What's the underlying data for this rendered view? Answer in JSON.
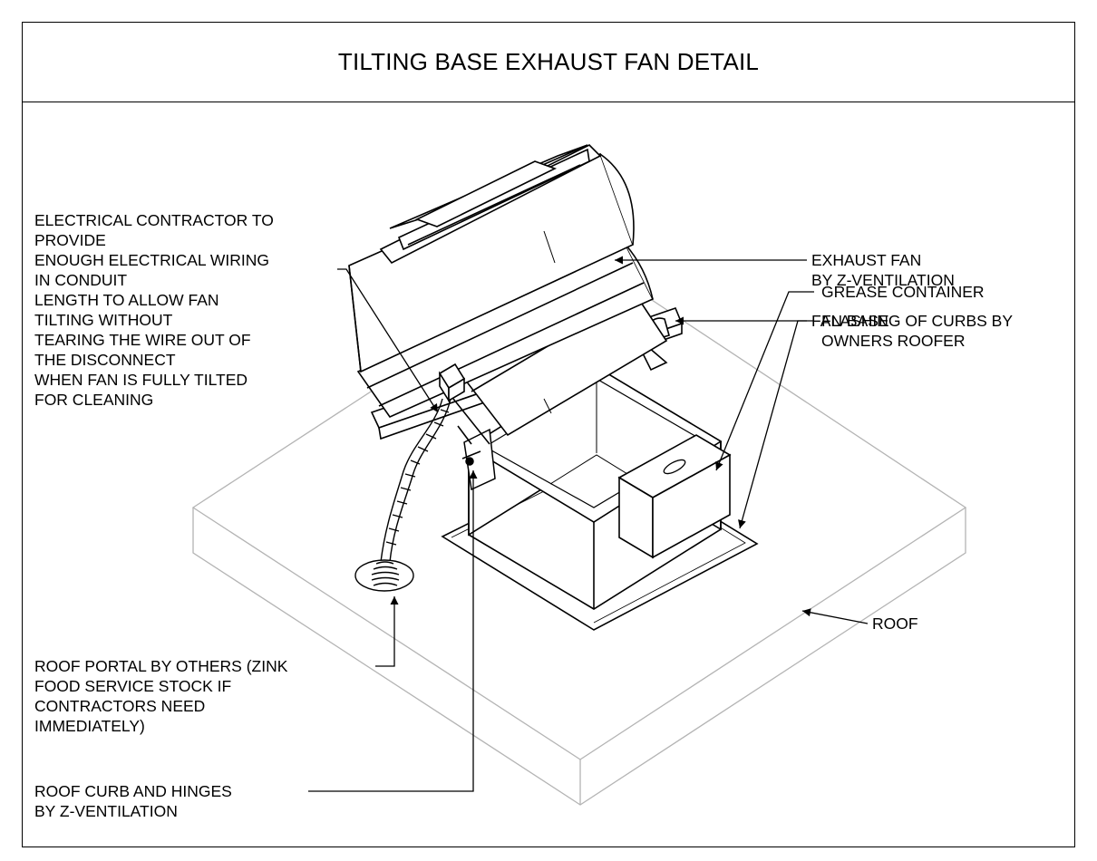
{
  "title": "TILTING BASE EXHAUST FAN DETAIL",
  "callouts": {
    "electrical": [
      "ELECTRICAL CONTRACTOR TO",
      "PROVIDE",
      "ENOUGH ELECTRICAL WIRING",
      "IN CONDUIT",
      "LENGTH TO ALLOW FAN",
      "TILTING WITHOUT",
      "TEARING THE WIRE OUT OF",
      "THE DISCONNECT",
      "WHEN FAN IS FULLY TILTED",
      "FOR CLEANING"
    ],
    "exhaust_fan": [
      "EXHAUST FAN",
      "BY Z-VENTILATION"
    ],
    "fan_base": [
      "FAN BASE"
    ],
    "grease_container": [
      "GREASE CONTAINER"
    ],
    "flashing": [
      "FLASHING OF CURBS BY",
      "OWNERS ROOFER"
    ],
    "roof": [
      "ROOF"
    ],
    "roof_portal": [
      "ROOF PORTAL BY OTHERS (ZINK",
      "FOOD SERVICE STOCK IF",
      "CONTRACTORS NEED",
      "IMMEDIATELY)"
    ],
    "roof_curb": [
      "ROOF CURB AND HINGES",
      "BY Z-VENTILATION"
    ]
  },
  "colors": {
    "line": "#000000",
    "roof_outline": "#b4b4b4",
    "background": "#ffffff"
  }
}
